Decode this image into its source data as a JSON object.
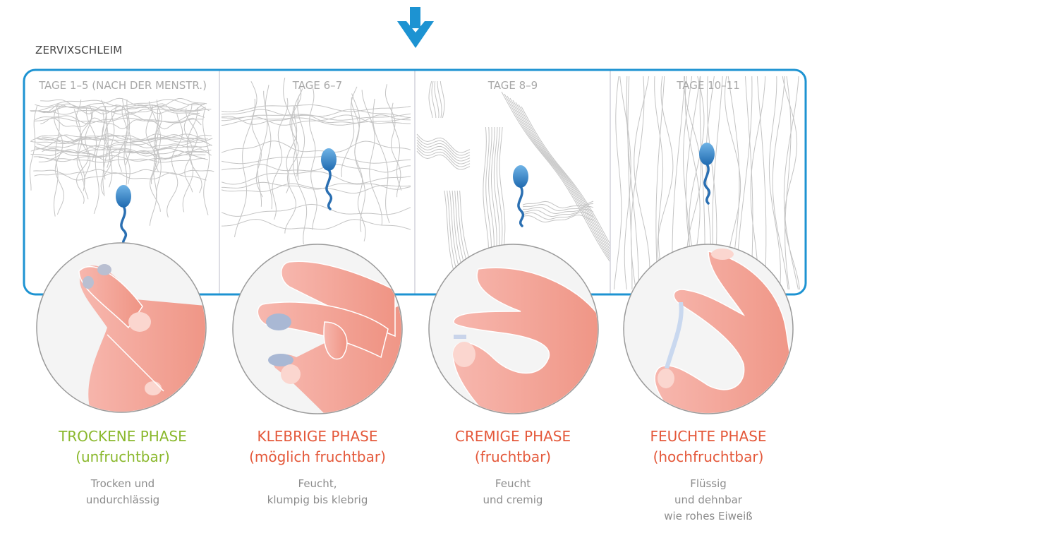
{
  "heading": "ZERVIXSCHLEIM",
  "colors": {
    "frame": "#1d93d2",
    "arrow": "#1d93d2",
    "infertile": "#8ab82c",
    "fertile": "#e4583a",
    "skin": "#f3a79f",
    "circle_bg": "#f4f4f4",
    "mucus_line": "#c4c4c4",
    "sperm": "#3a88c8"
  },
  "icons": {
    "arrow": "down-arrow-icon",
    "sperm": "sperm-icon",
    "fingers": "fingers-test-icon"
  },
  "phases": [
    {
      "days": "TAGE 1–5 (NACH DER MENSTR.)",
      "title": "TROCKENE PHASE",
      "subtitle": "(unfruchtbar)",
      "description": "Trocken und\nundurchlässig",
      "accent": "#8ab82c",
      "texture": "dense-wavy"
    },
    {
      "days": "TAGE 6–7",
      "title": "KLEBRIGE PHASE",
      "subtitle": "(möglich fruchtbar)",
      "description": "Feucht,\nklumpig bis klebrig",
      "accent": "#e4583a",
      "texture": "sparse-wavy"
    },
    {
      "days": "TAGE 8–9",
      "title": "CREMIGE PHASE",
      "subtitle": "(fruchtbar)",
      "description": "Feucht\nund cremig",
      "accent": "#e4583a",
      "texture": "bundled"
    },
    {
      "days": "TAGE 10–11",
      "title": "FEUCHTE PHASE",
      "subtitle": "(hochfruchtbar)",
      "description": "Flüssig\nund dehnbar\nwie rohes Eiweiß",
      "accent": "#e4583a",
      "texture": "parallel-strands"
    }
  ]
}
